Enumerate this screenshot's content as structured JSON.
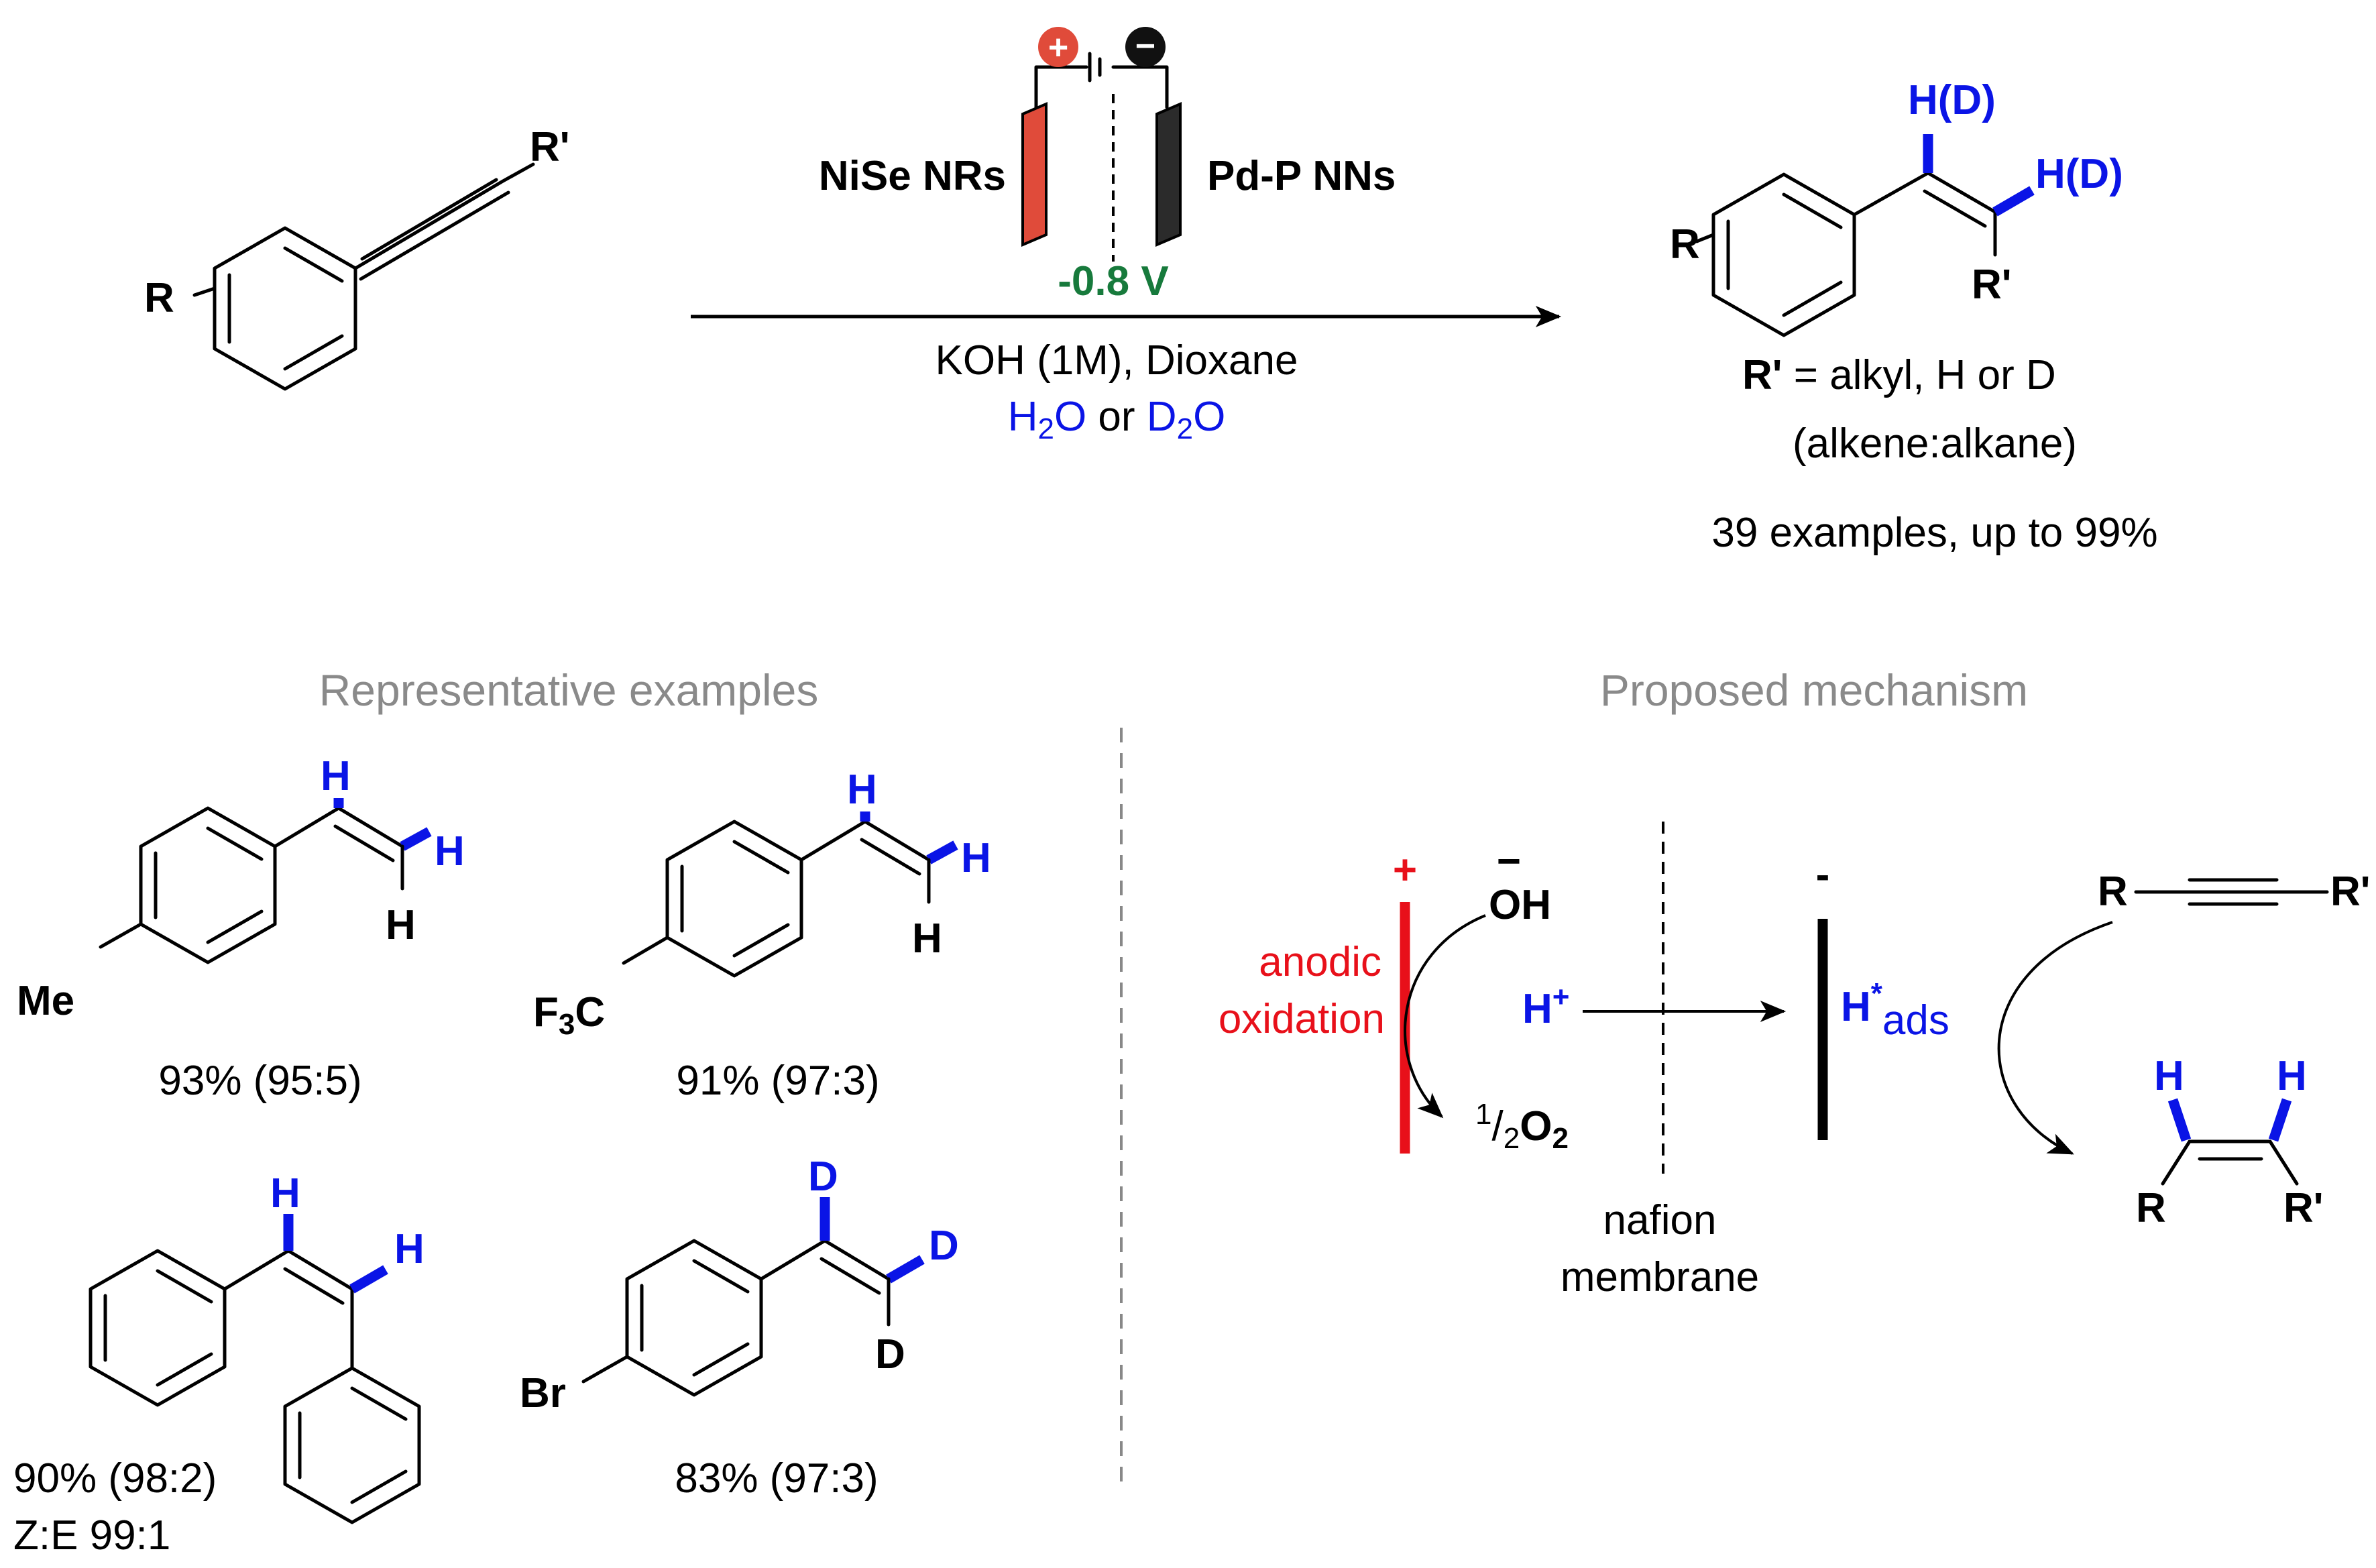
{
  "colors": {
    "hydrogen_blue": "#0a14e6",
    "anode_red": "#e04b3a",
    "cathode_black": "#2b2b2b",
    "potential_green": "#177a3c",
    "anodic_red": "#e8101a",
    "section_gray": "#8a8a8a"
  },
  "top_scheme": {
    "reactant": {
      "r_label": "R",
      "r_prime_label": "R'"
    },
    "cell": {
      "anode_label": "NiSe NRs",
      "cathode_label": "Pd-P NNs",
      "plus_sign": "+",
      "minus_sign": "−",
      "potential": "-0.8 V"
    },
    "conditions": {
      "line1": "KOH (1M), Dioxane",
      "h2o": "H",
      "h2o_sub": "2",
      "h2o_end": "O",
      "or": "or",
      "d2o": "D",
      "d2o_sub": "2",
      "d2o_end": "O"
    },
    "product": {
      "r_label": "R",
      "r_prime_label": "R'",
      "hd_top": "H(D)",
      "hd_right": "H(D)",
      "scope_rprime": "R'",
      "scope_text": " = alkyl, H or D",
      "ratio_note": "(alkene:alkane)",
      "summary": "39 examples, up to 99%"
    }
  },
  "examples_section": {
    "heading": "Representative examples",
    "items": [
      {
        "substituent": "Me",
        "h_top": "H",
        "h_right": "H",
        "h_bottom": "H",
        "yield": "93% (95:5)"
      },
      {
        "substituent_f": "F",
        "substituent_sub": "3",
        "substituent_c": "C",
        "h_top": "H",
        "h_right": "H",
        "h_bottom": "H",
        "yield": "91% (97:3)"
      },
      {
        "h_top": "H",
        "h_right": "H",
        "yield": "90% (98:2)",
        "extra": "Z:E 99:1"
      },
      {
        "substituent": "Br",
        "d_top": "D",
        "d_right": "D",
        "d_bottom": "D",
        "yield": "83% (97:3)"
      }
    ]
  },
  "mechanism_section": {
    "heading": "Proposed mechanism",
    "anode_sign": "+",
    "cathode_sign": "-",
    "anodic_line1": "anodic",
    "anodic_line2": "oxidation",
    "hydroxide_minus": "−",
    "hydroxide": "OH",
    "proton": "H",
    "proton_charge": "+",
    "oxygen_sup": "1",
    "oxygen_slash": "/",
    "oxygen_sub": "2",
    "oxygen": "O",
    "oxygen_sub2": "2",
    "hads": "H",
    "hads_star": "*",
    "hads_sub": "ads",
    "membrane_line1": "nafion",
    "membrane_line2": "membrane",
    "alkyne_r": "R",
    "alkyne_rprime": "R'",
    "alkene_h1": "H",
    "alkene_h2": "H",
    "alkene_r": "R",
    "alkene_rprime": "R'"
  }
}
